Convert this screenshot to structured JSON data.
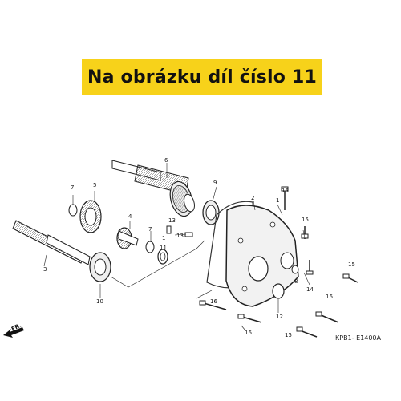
{
  "banner": {
    "text": "Na obrázku díl číslo 11",
    "color": "#f7d21a"
  },
  "diagram_code": "KPB1- E1400A",
  "front_arrow_label": "FR.",
  "callouts": [
    "1",
    "2",
    "3",
    "4",
    "5",
    "6",
    "7",
    "7",
    "8",
    "9",
    "10",
    "11",
    "12",
    "13",
    "13",
    "14",
    "15",
    "15",
    "15",
    "15",
    "16",
    "16",
    "16"
  ]
}
